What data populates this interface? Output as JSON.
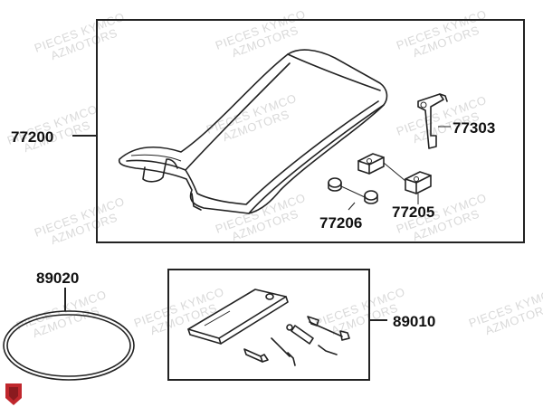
{
  "parts": {
    "seat": "77200",
    "hinge": "77303",
    "rubber_cushion": "77206",
    "seat_bracket": "77205",
    "seat_strap": "89020",
    "tool_kit": "89010"
  },
  "watermark": {
    "line1": "PIECES KYMCO",
    "line2": "AZMOTORS"
  },
  "colors": {
    "watermark": "#d9d9d9",
    "logo": "#c0272d"
  },
  "icons": {
    "logo": "shield-logo-icon"
  }
}
